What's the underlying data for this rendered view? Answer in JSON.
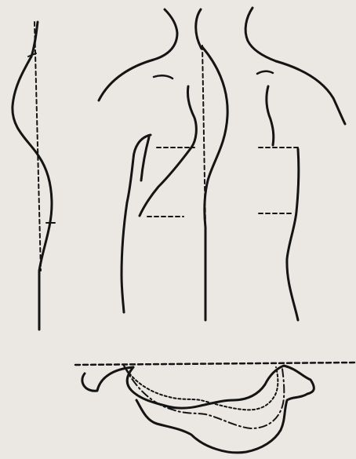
{
  "figure": {
    "colors": {
      "paper": "#ebe8e4",
      "ink": "#141414"
    },
    "panels": [
      {
        "id": "lateral-spine-profile"
      },
      {
        "id": "posterior-torso-left"
      },
      {
        "id": "posterior-torso-right"
      },
      {
        "id": "transverse-section"
      }
    ]
  }
}
